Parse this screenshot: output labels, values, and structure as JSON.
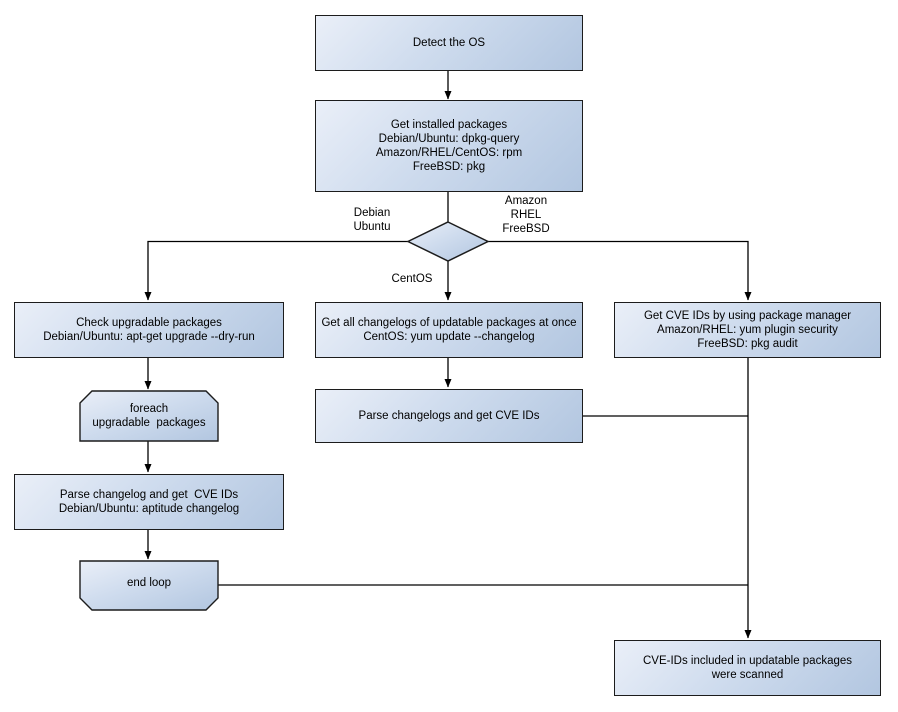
{
  "nodes": {
    "detect_os": {
      "lines": [
        "Detect the OS"
      ]
    },
    "get_installed": {
      "lines": [
        "Get installed packages",
        "Debian/Ubuntu: dpkg-query",
        "Amazon/RHEL/CentOS: rpm",
        "FreeBSD: pkg"
      ]
    },
    "check_upgradable": {
      "lines": [
        "Check upgradable packages",
        "Debian/Ubuntu: apt-get upgrade --dry-run"
      ]
    },
    "foreach_loop": {
      "lines": [
        "foreach",
        "upgradable  packages"
      ]
    },
    "parse_changelog_deb": {
      "lines": [
        "Parse changelog and get  CVE IDs",
        "Debian/Ubuntu: aptitude changelog"
      ]
    },
    "end_loop": {
      "lines": [
        "end loop"
      ]
    },
    "get_changelogs_centos": {
      "lines": [
        "Get all changelogs of updatable packages at once",
        "CentOS: yum update --changelog"
      ]
    },
    "parse_changelogs_centos": {
      "lines": [
        "Parse changelogs and get CVE IDs"
      ]
    },
    "get_cve_pkg_manager": {
      "lines": [
        "Get CVE IDs by using package manager",
        "Amazon/RHEL: yum plugin security",
        "FreeBSD: pkg audit"
      ]
    },
    "scanned_result": {
      "lines": [
        "CVE-IDs included in updatable packages",
        "were scanned"
      ]
    }
  },
  "edge_labels": {
    "debian_ubuntu": {
      "lines": [
        "Debian",
        "Ubuntu"
      ]
    },
    "amazon_rhel_freebsd": {
      "lines": [
        "Amazon",
        "RHEL",
        "FreeBSD"
      ]
    },
    "centos": {
      "lines": [
        "CentOS"
      ]
    }
  },
  "colors": {
    "node_gradient_start": "#eaeff8",
    "node_gradient_end": "#b2c6e0",
    "node_border": "#1c1c1c",
    "connector": "#000000",
    "text": "#000000",
    "background": "#ffffff"
  }
}
